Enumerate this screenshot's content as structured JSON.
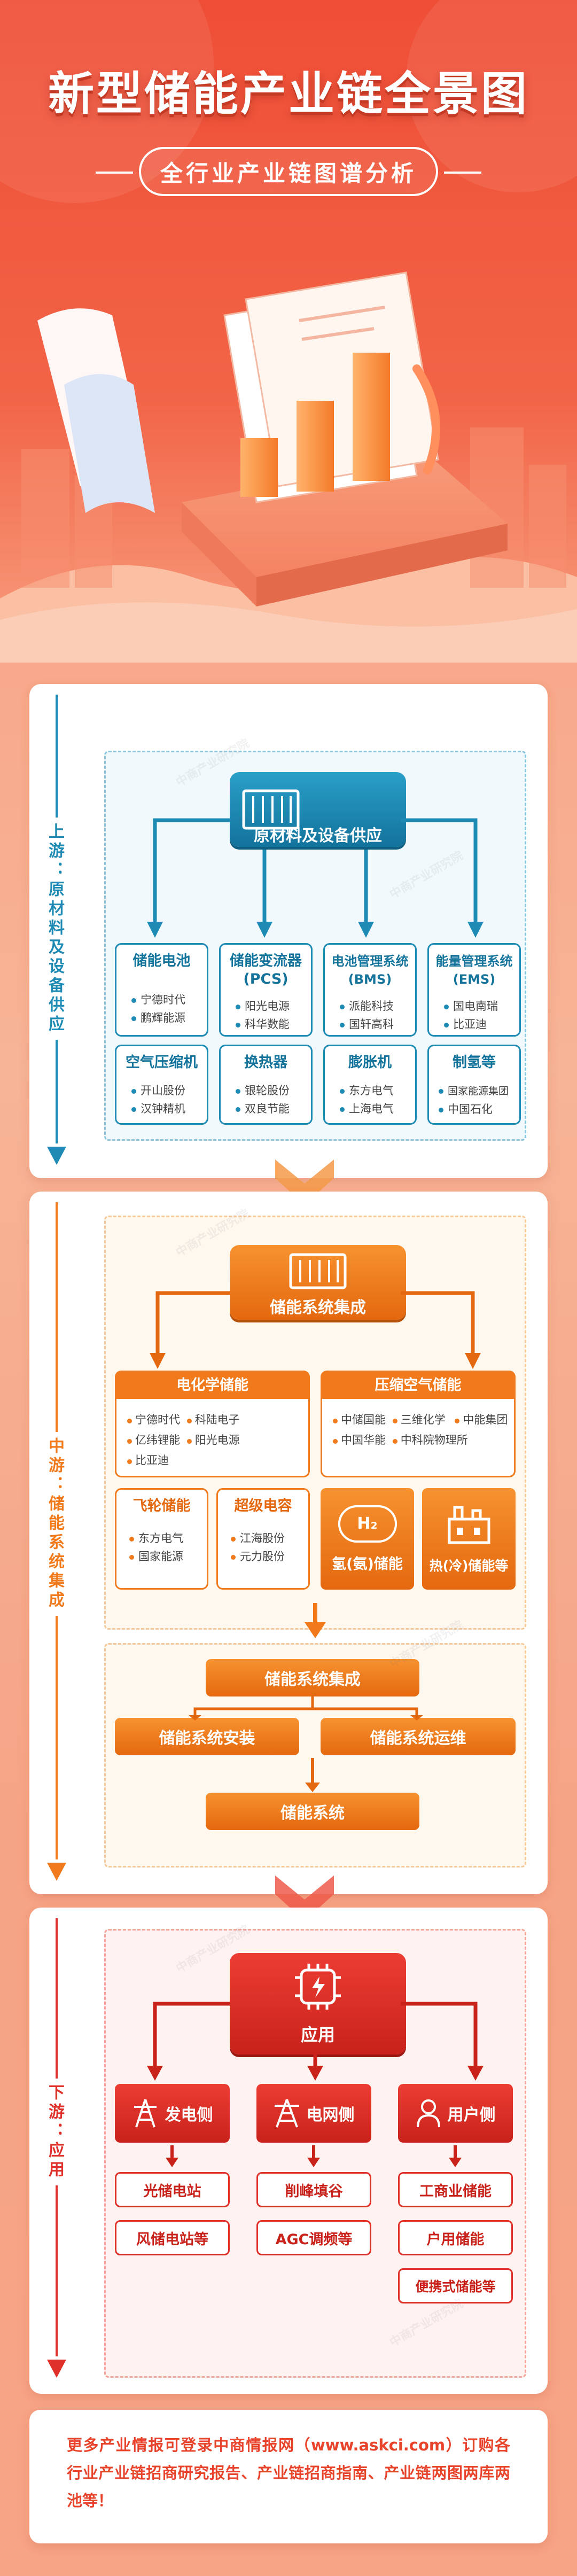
{
  "title": "新型储能产业链全景图",
  "subtitle": "全行业产业链图谱分析",
  "colors": {
    "upstream": "#1e8bb5",
    "midstream": "#f07a1c",
    "downstream": "#e0302a",
    "title_shadow": "#c43a24"
  },
  "watermark": "中商产业研究院",
  "upstream": {
    "rail_label": "上游：原材料及设备供应",
    "main_label": "原材料及设备供应",
    "categories": [
      {
        "name": "储能电池",
        "companies": [
          "宁德时代",
          "鹏辉能源"
        ]
      },
      {
        "name": "储能变流器\n(PCS)",
        "companies": [
          "阳光电源",
          "科华数能"
        ]
      },
      {
        "name": "电池管理系统\n(BMS)",
        "companies": [
          "派能科技",
          "国轩高科"
        ]
      },
      {
        "name": "能量管理系统\n(EMS)",
        "companies": [
          "国电南瑞",
          "比亚迪"
        ]
      },
      {
        "name": "空气压缩机",
        "companies": [
          "开山股份",
          "汉钟精机"
        ]
      },
      {
        "name": "换热器",
        "companies": [
          "银轮股份",
          "双良节能"
        ]
      },
      {
        "name": "膨胀机",
        "companies": [
          "东方电气",
          "上海电气"
        ]
      },
      {
        "name": "制氢等",
        "companies": [
          "国家能源集团",
          "中国石化"
        ]
      }
    ]
  },
  "midstream": {
    "rail_label": "中游：储能系统集成",
    "main_label": "储能系统集成",
    "electrochemical": {
      "name": "电化学储能",
      "companies": [
        "宁德时代",
        "科陆电子",
        "亿纬锂能",
        "阳光电源",
        "比亚迪"
      ]
    },
    "compressed_air": {
      "name": "压缩空气储能",
      "companies": [
        "中储国能",
        "三维化学",
        "中能集团",
        "中国华能",
        "中科院物理所"
      ]
    },
    "flywheel": {
      "name": "飞轮储能",
      "companies": [
        "东方电气",
        "国家能源"
      ]
    },
    "supercap": {
      "name": "超级电容",
      "companies": [
        "江海股份",
        "元力股份"
      ]
    },
    "hydrogen": {
      "name": "氢(氨)储能",
      "icon": "H₂"
    },
    "thermal": {
      "name": "热(冷)储能等"
    },
    "flow": {
      "top": "储能系统集成",
      "left": "储能系统安装",
      "right": "储能系统运维",
      "bottom": "储能系统"
    }
  },
  "downstream": {
    "rail_label": "下游：应用",
    "main_label": "应用",
    "sides": [
      {
        "name": "发电侧",
        "items": [
          "光储电站",
          "风储电站等"
        ]
      },
      {
        "name": "电网侧",
        "items": [
          "削峰填谷",
          "AGC调频等"
        ]
      },
      {
        "name": "用户侧",
        "items": [
          "工商业储能",
          "户用储能",
          "便携式储能等"
        ]
      }
    ]
  },
  "footer": {
    "text": "更多产业情报可登录中商情报网（www.askci.com）订购各行业产业链招商研究报告、产业链招商指南、产业链两图两库两池等！"
  }
}
